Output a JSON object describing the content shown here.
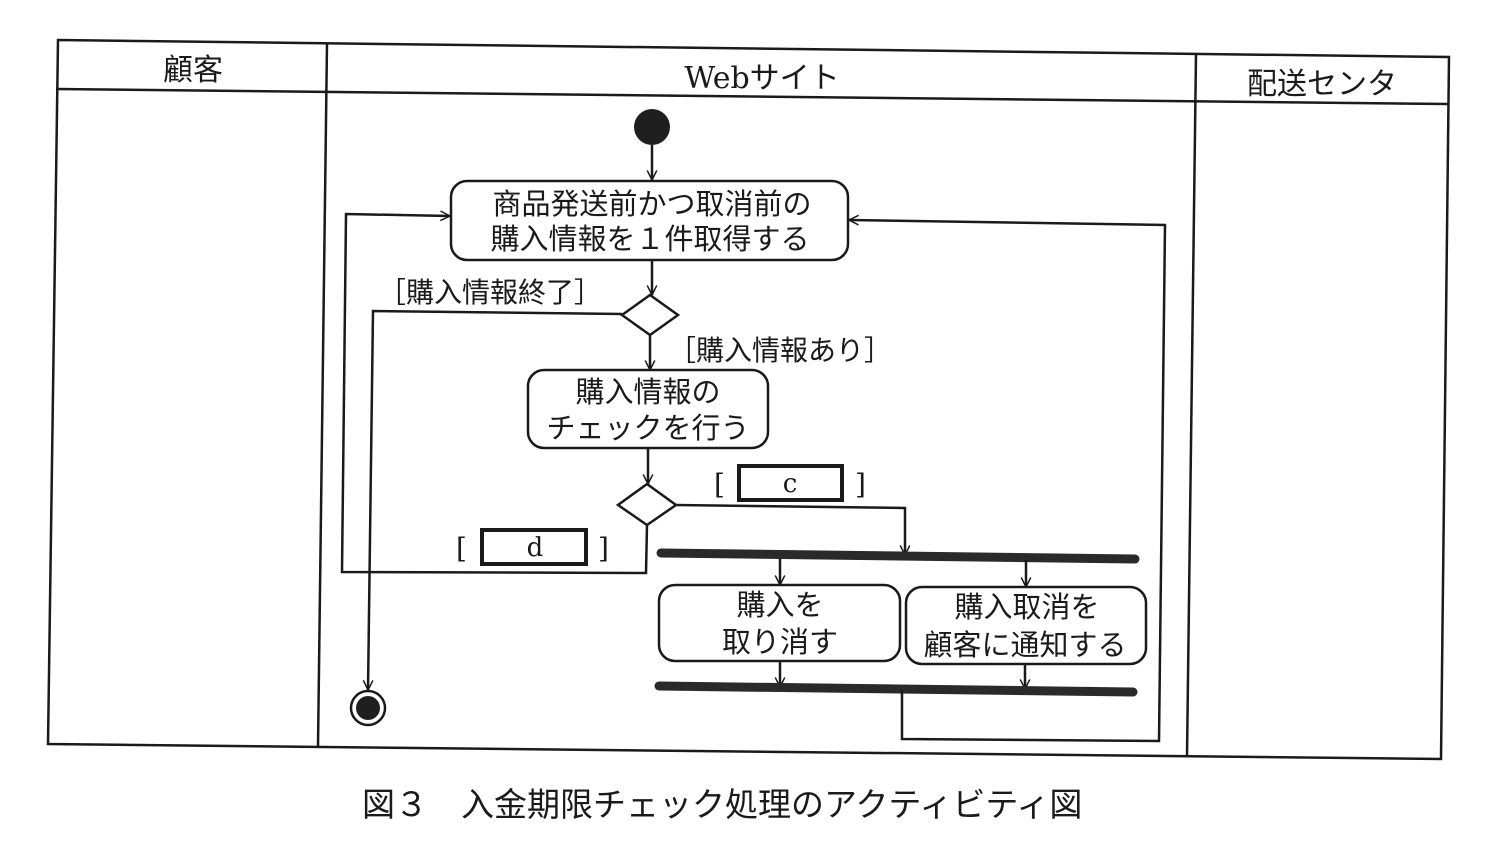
{
  "diagram": {
    "type": "UML activity diagram (swimlanes)",
    "lanes": [
      {
        "id": "customer",
        "title": "顧客"
      },
      {
        "id": "website",
        "title": "Webサイト"
      },
      {
        "id": "delivery",
        "title": "配送センタ"
      }
    ],
    "nodes": {
      "initial": {
        "kind": "initial"
      },
      "get_purchase": {
        "kind": "action",
        "lines": [
          "商品発送前かつ取消前の",
          "購入情報を１件取得する"
        ]
      },
      "decision1": {
        "kind": "decision"
      },
      "check_purchase": {
        "kind": "action",
        "lines": [
          "購入情報の",
          "チェックを行う"
        ]
      },
      "decision2": {
        "kind": "decision"
      },
      "fork": {
        "kind": "fork"
      },
      "cancel_purchase": {
        "kind": "action",
        "lines": [
          "購入を",
          "取り消す"
        ]
      },
      "notify_customer": {
        "kind": "action",
        "lines": [
          "購入取消を",
          "顧客に通知する"
        ]
      },
      "join": {
        "kind": "join"
      },
      "final": {
        "kind": "final"
      }
    },
    "guards": {
      "end_of_purchases": "［購入情報終了］",
      "has_purchase": "［購入情報あり］",
      "c_open": "[",
      "c_label": "c",
      "c_close": "]",
      "d_open": "[",
      "d_label": "d",
      "d_close": "]"
    },
    "edges": [
      {
        "from": "initial",
        "to": "get_purchase"
      },
      {
        "from": "get_purchase",
        "to": "decision1"
      },
      {
        "from": "decision1",
        "to": "final",
        "guard": "［購入情報終了］"
      },
      {
        "from": "decision1",
        "to": "check_purchase",
        "guard": "［購入情報あり］"
      },
      {
        "from": "check_purchase",
        "to": "decision2"
      },
      {
        "from": "decision2",
        "to": "fork",
        "guard": "c"
      },
      {
        "from": "decision2",
        "to": "get_purchase",
        "guard": "d"
      },
      {
        "from": "fork",
        "to": "cancel_purchase"
      },
      {
        "from": "fork",
        "to": "notify_customer"
      },
      {
        "from": "cancel_purchase",
        "to": "join"
      },
      {
        "from": "notify_customer",
        "to": "join"
      },
      {
        "from": "join",
        "to": "get_purchase"
      }
    ]
  },
  "caption": "図３　入金期限チェック処理のアクティビティ図"
}
